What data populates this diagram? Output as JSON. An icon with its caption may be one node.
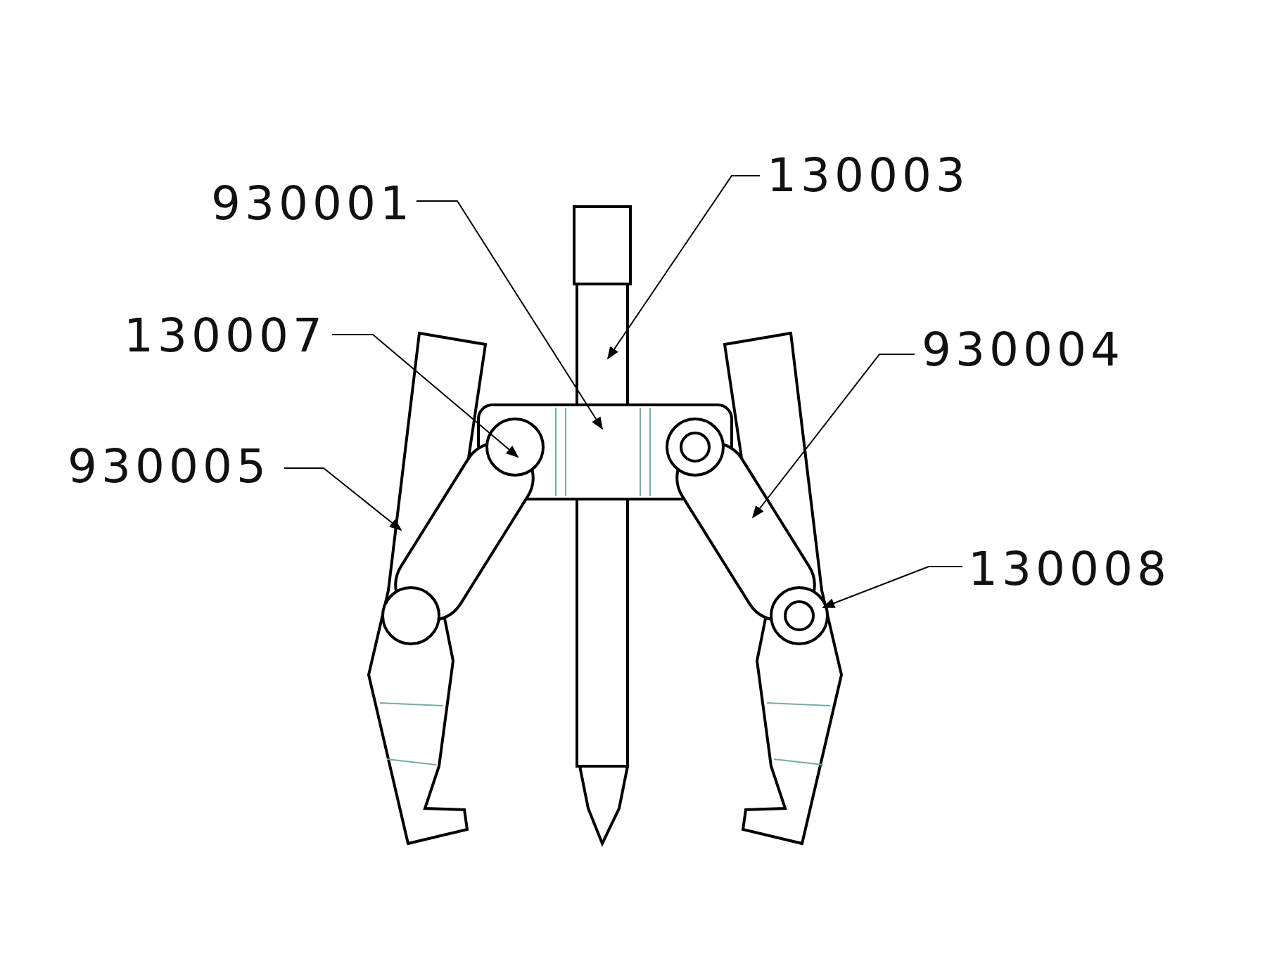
{
  "diagram": {
    "nodes": [
      {
        "text": [
          "130003"
        ]
      },
      {
        "text": [
          "930001"
        ]
      },
      {
        "text": [
          "130007"
        ]
      },
      {
        "text": [
          "930004"
        ]
      },
      {
        "text": [
          "930005"
        ]
      },
      {
        "text": [
          "130008"
        ]
      }
    ],
    "edges": [
      {
        "from": 0,
        "to": null,
        "arrow": "to"
      },
      {
        "from": 1,
        "to": null,
        "arrow": "to"
      },
      {
        "from": 2,
        "to": null,
        "arrow": "to"
      },
      {
        "from": 3,
        "to": null,
        "arrow": "to"
      },
      {
        "from": 4,
        "to": null,
        "arrow": "to"
      },
      {
        "from": 5,
        "to": null,
        "arrow": "to"
      }
    ]
  }
}
